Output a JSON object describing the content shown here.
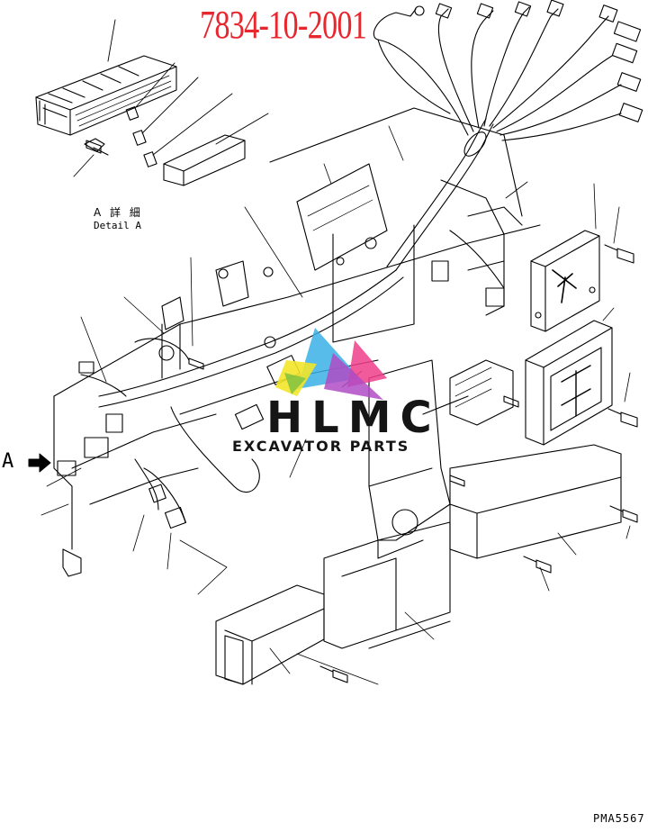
{
  "diagram": {
    "part_number": "7834-10-2001",
    "detail_label_jp": "A 詳 細",
    "detail_label_en": "Detail A",
    "view_label": "A",
    "drawing_code": "PMA5567"
  },
  "watermark": {
    "main": "HLMC",
    "sub": "EXCAVATOR PARTS",
    "colors": [
      "#f3e62a",
      "#3ab0e5",
      "#b04cc5",
      "#ee3d8a",
      "#7fc241"
    ]
  },
  "colors": {
    "part_number": "#e8262d",
    "line": "#000000",
    "background": "#ffffff"
  }
}
